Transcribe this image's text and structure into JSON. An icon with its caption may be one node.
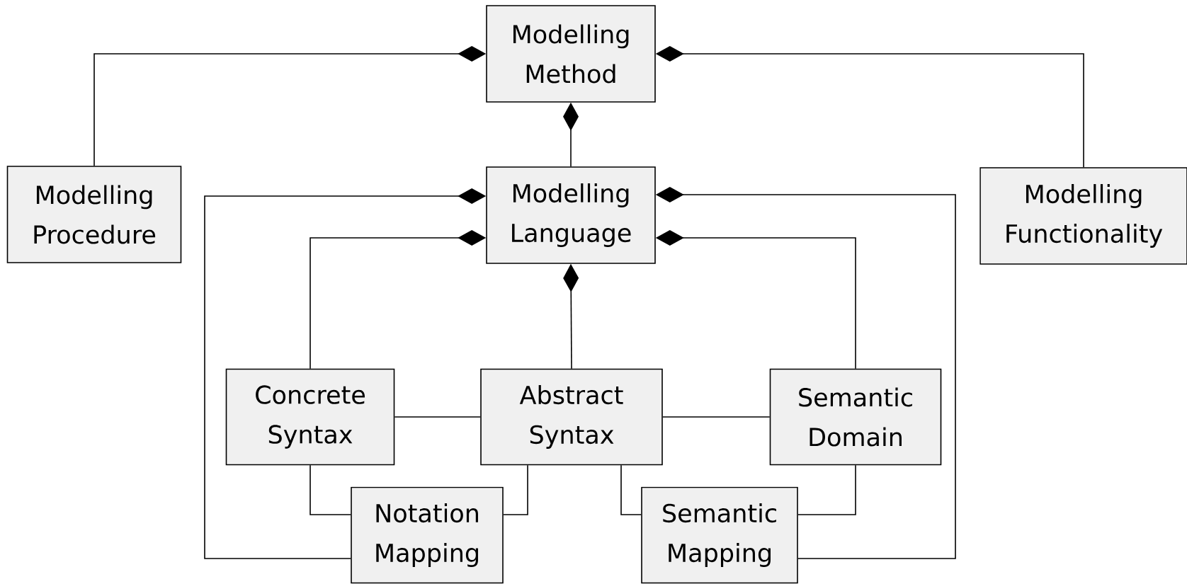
{
  "diagram": {
    "nodes": [
      {
        "text": [
          "Modelling Method"
        ]
      },
      {
        "text": [
          "Modelling Procedure"
        ]
      },
      {
        "text": [
          "Modelling Language"
        ]
      },
      {
        "text": [
          "Modelling Functionality"
        ]
      },
      {
        "text": [
          "Concrete Syntax"
        ]
      },
      {
        "text": [
          "Abstract Syntax"
        ]
      },
      {
        "text": [
          "Semantic Domain"
        ]
      },
      {
        "text": [
          "Notation Mapping"
        ]
      },
      {
        "text": [
          "Semantic Mapping"
        ]
      }
    ],
    "edges": [
      {
        "from": 1,
        "to": 0,
        "arrow": "other"
      },
      {
        "from": 3,
        "to": 0,
        "arrow": "other"
      },
      {
        "from": 2,
        "to": 0,
        "arrow": "other"
      },
      {
        "from": 7,
        "to": 2,
        "arrow": "other"
      },
      {
        "from": 8,
        "to": 2,
        "arrow": "other"
      },
      {
        "from": 4,
        "to": 2,
        "arrow": "other"
      },
      {
        "from": 6,
        "to": 2,
        "arrow": "other"
      },
      {
        "from": 5,
        "to": 2,
        "arrow": "other"
      },
      {
        "from": 4,
        "to": 5,
        "arrow": "none"
      },
      {
        "from": 5,
        "to": 6,
        "arrow": "none"
      },
      {
        "from": 4,
        "to": 7,
        "arrow": "none"
      },
      {
        "from": 5,
        "to": 7,
        "arrow": "none"
      },
      {
        "from": 5,
        "to": 8,
        "arrow": "none"
      },
      {
        "from": 6,
        "to": 8,
        "arrow": "none"
      }
    ]
  }
}
